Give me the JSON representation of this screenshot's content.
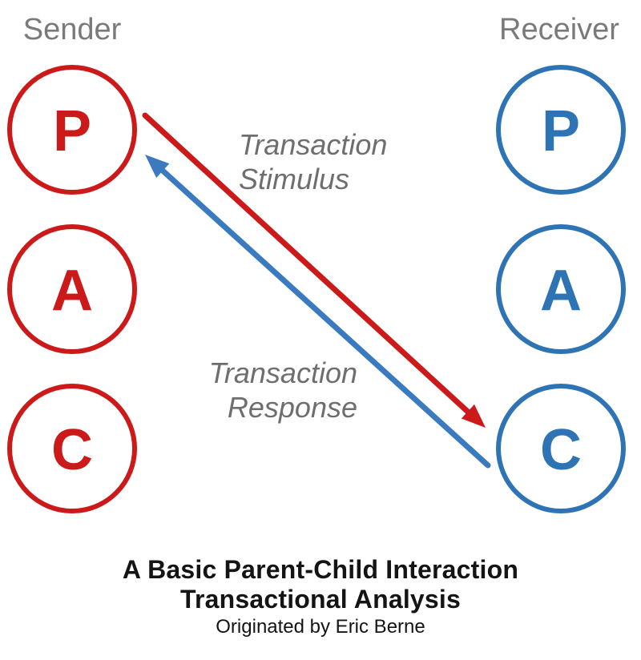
{
  "colors": {
    "background": "#FFFFFF",
    "sender": "#CC1A1A",
    "receiver": "#2E74B5",
    "stimulus-arrow": "#CC1A1A",
    "response-arrow": "#3A7BBF",
    "muted-label": "#6E6E6E",
    "heading-gray": "#7A7A7A",
    "ink": "#141414"
  },
  "labels": {
    "sender": "Sender",
    "receiver": "Receiver"
  },
  "ego_states": {
    "sender": [
      "P",
      "A",
      "C"
    ],
    "receiver": [
      "P",
      "A",
      "C"
    ]
  },
  "arrows": {
    "stimulus": {
      "line1": "Transaction",
      "line2": "Stimulus",
      "from": "Sender P",
      "to": "Receiver C"
    },
    "response": {
      "line1": "Transaction",
      "line2": "Response",
      "from": "Receiver C",
      "to": "Sender P"
    }
  },
  "footer": {
    "title_line1": "A Basic Parent-Child Interaction",
    "title_line2": "Transactional Analysis",
    "credit": "Originated by Eric Berne"
  }
}
